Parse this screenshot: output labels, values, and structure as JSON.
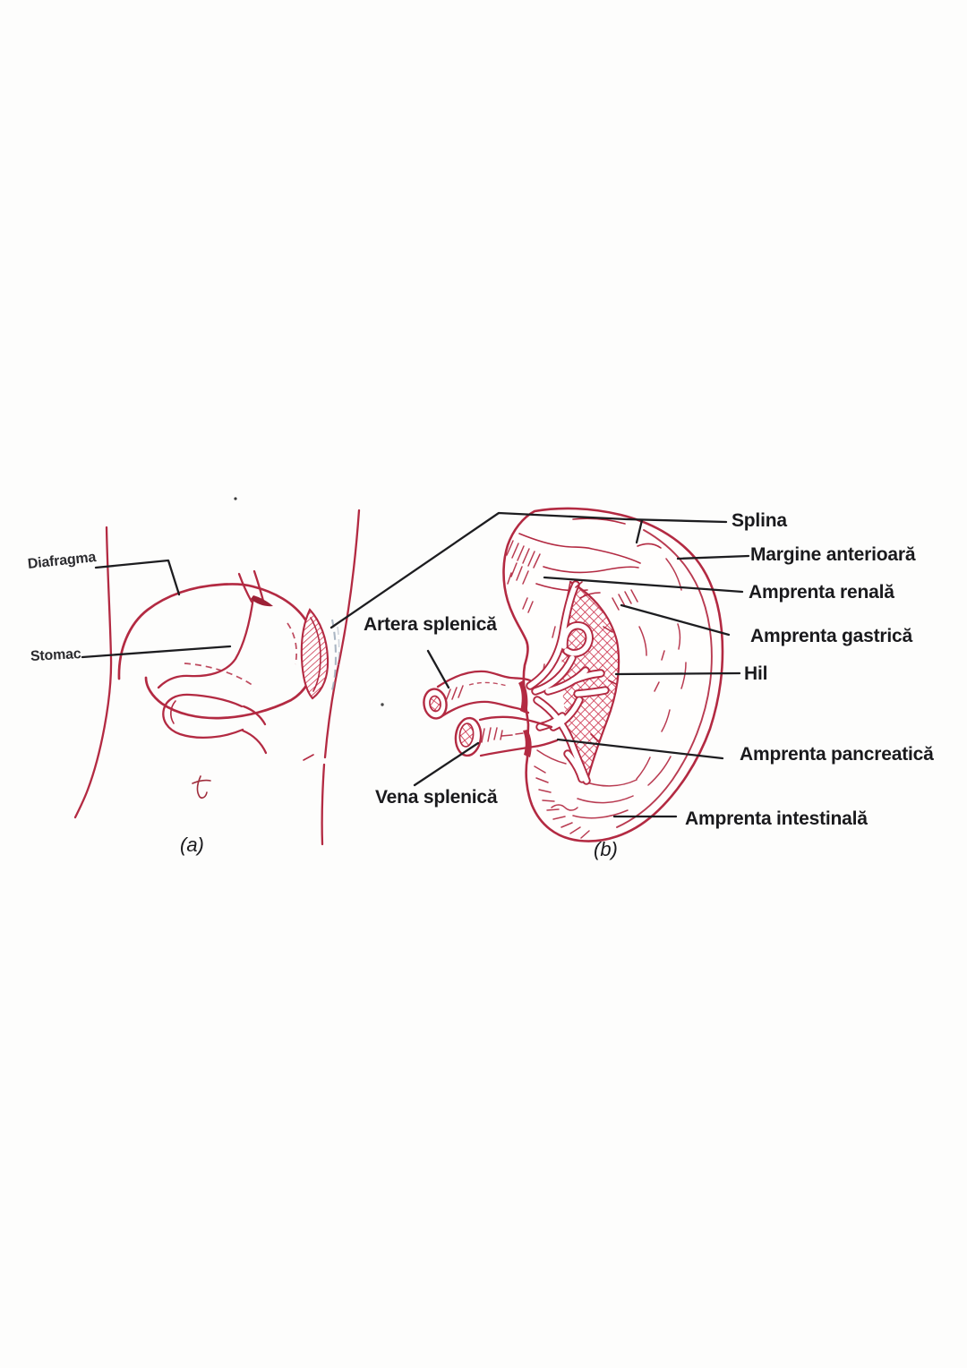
{
  "figure": {
    "type": "anatomical-diagram",
    "subject": "spleen anatomy (Romanian textbook figure)",
    "colors": {
      "drawing_red": "#b32a42",
      "hatch_red": "#c92c48",
      "leader_black": "#1d1d20",
      "label_black": "#1a1a1d",
      "pencil_gray": "#96a5b5",
      "paper": "#fdfdfc"
    },
    "panel_a": {
      "caption": "(a)",
      "labels": {
        "diafragma": "Diafragma",
        "stomac": "Stomac"
      }
    },
    "panel_b": {
      "caption": "(b)",
      "labels": {
        "artera": "Artera splenică",
        "vena": "Vena splenică",
        "splina": "Splina",
        "margine": "Margine anterioară",
        "renala": "Amprenta renală",
        "gastrica": "Amprenta gastrică",
        "hil": "Hil",
        "pancreatica": "Amprenta pancreatică",
        "intestinala": "Amprenta intestinală"
      }
    }
  }
}
